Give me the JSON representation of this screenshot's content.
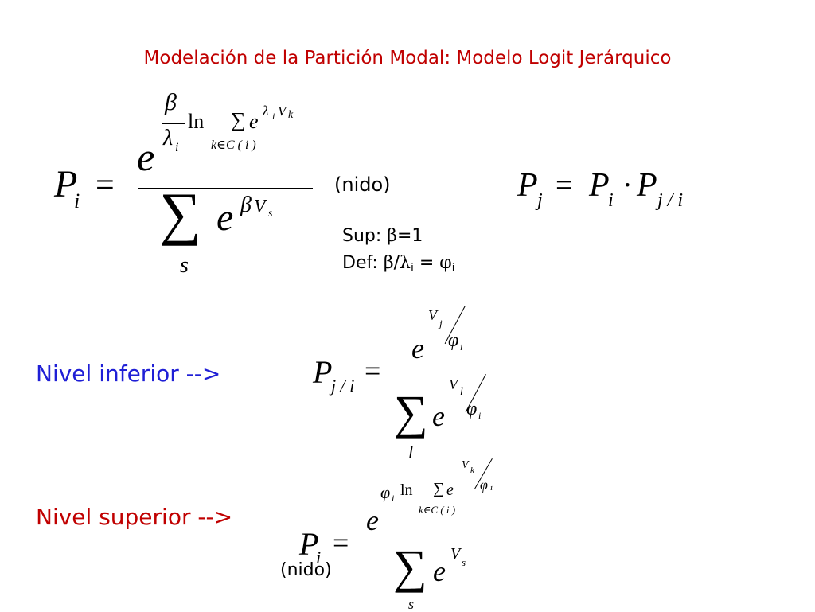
{
  "slide": {
    "title": "Modelación de la Partición Modal: Modelo Logit Jerárquico",
    "title_color": "#c00000",
    "label_color": "#1f1fd6"
  },
  "eq1": {
    "P": "P",
    "i": "i",
    "equals": "=",
    "beta": "β",
    "lambda": "λ",
    "ln": "ln",
    "sum": "∑",
    "e": "e",
    "lam_i": "λ",
    "i_sub": "i",
    "V": "V",
    "k": "k",
    "k_in_C": "k∈C ( i )",
    "den_e": "e",
    "den_beta": "β",
    "den_V": "V",
    "den_s": "s",
    "den_sum_s": "s"
  },
  "nido_top": "(nido)",
  "sup": {
    "label": "Sup: ",
    "beta": "β",
    "value": "=1"
  },
  "def": {
    "label": "Def: ",
    "beta": "β",
    "slash": "/",
    "lambda": "λ",
    "sub_i": "i",
    "equals": " = ",
    "phi": "φ",
    "phi_sub": "i"
  },
  "eq_pj": {
    "P1": "P",
    "j": "j",
    "equals": "=",
    "P2": "P",
    "i": "i",
    "dot": "·",
    "P3": "P",
    "j_over_i": "j / i"
  },
  "nivel_inferior": {
    "label": "Nivel inferior -->",
    "P": "P",
    "sub": "j / i",
    "equals": "=",
    "e_num": "e",
    "V": "V",
    "j": "j",
    "phi": "φ",
    "phi_i": "i",
    "sum": "∑",
    "e_den": "e",
    "Vl": "V",
    "l": "l",
    "phi2": "φ",
    "phi2_i": "i",
    "sum_l": "l"
  },
  "nivel_superior": {
    "label": "Nivel superior -->",
    "P": "P",
    "i": "i",
    "equals": "=",
    "phi": "φ",
    "phi_i": "i",
    "ln": "ln",
    "sum_small": "∑",
    "e_small": "e",
    "k_in_C": "k∈C ( i )",
    "Vk": "V",
    "k": "k",
    "phi2": "φ",
    "phi2_i": "i",
    "e_num": "e",
    "sum": "∑",
    "e_den": "e",
    "Vs": "V",
    "s": "s",
    "sum_s": "s",
    "nido": "(nido)"
  }
}
